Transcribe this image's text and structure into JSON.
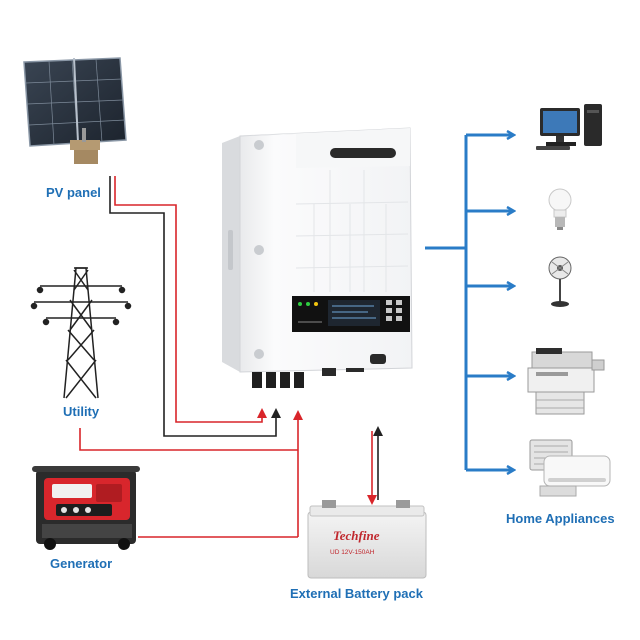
{
  "labels": {
    "pv_panel": "PV panel",
    "utility": "Utility",
    "generator": "Generator",
    "battery": "External Battery pack",
    "home": "Home Appliances"
  },
  "battery_brand": "Techfine",
  "battery_model": "UD 12V-150AH",
  "colors": {
    "label_blue": "#1f6fb5",
    "output_arrow": "#2a7cc7",
    "wire_red": "#d9252a",
    "wire_black": "#222222",
    "generator_red": "#d8262c",
    "battery_brand_red": "#c0272d"
  },
  "icons": [
    "solar-panel-icon",
    "power-tower-icon",
    "generator-icon",
    "inverter-icon",
    "battery-icon",
    "computer-icon",
    "light-bulb-icon",
    "fan-icon",
    "printer-icon",
    "air-conditioner-icon"
  ]
}
